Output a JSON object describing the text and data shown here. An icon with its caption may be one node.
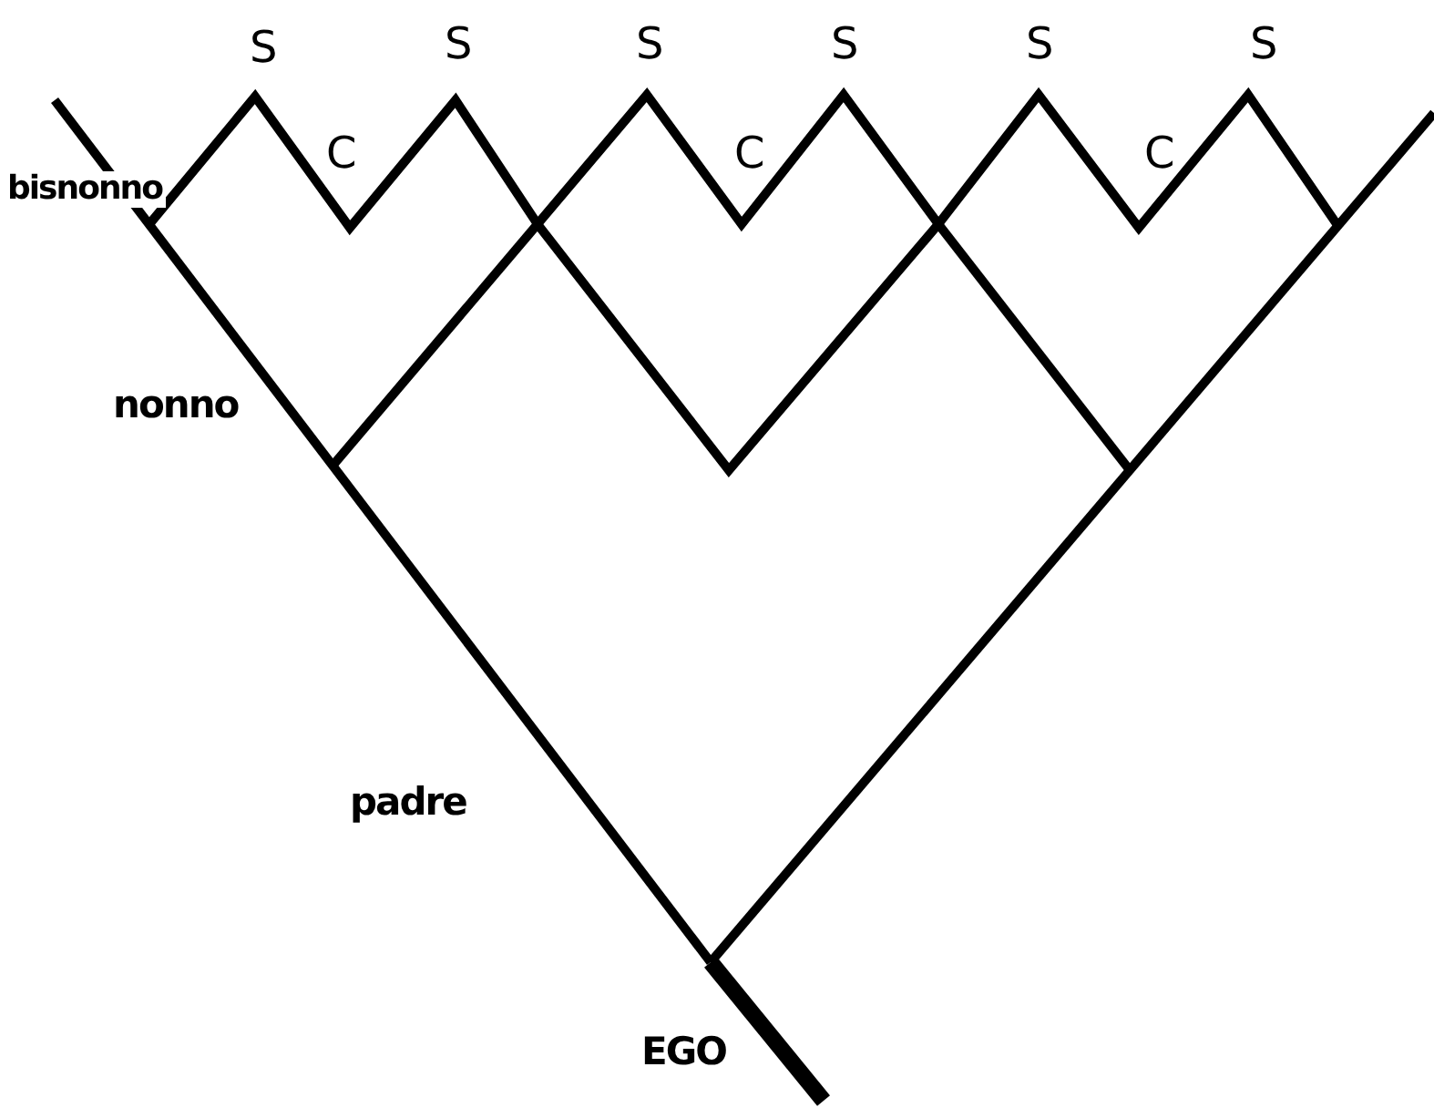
{
  "diagram": {
    "labels": [
      "S",
      "S",
      "S",
      "S",
      "S",
      "S",
      "C",
      "C",
      "C",
      "bisnonno",
      "nonno",
      "padre",
      "EGO"
    ]
  }
}
